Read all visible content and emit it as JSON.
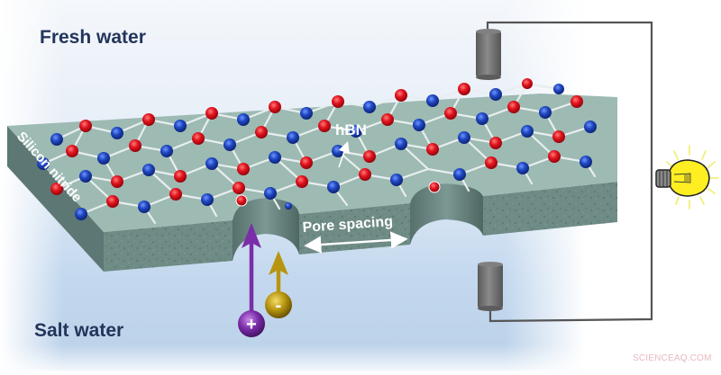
{
  "labels": {
    "fresh_water": "Fresh water",
    "salt_water": "Salt water",
    "hbn": "hBN",
    "silicon_nitride": "Silicon nitride",
    "pore_spacing": "Pore spacing",
    "positive_ion_symbol": "+",
    "negative_ion_symbol": "-"
  },
  "watermark": "SCIENCEAQ.COM",
  "colors": {
    "boron_atom": "#d3131f",
    "nitrogen_atom": "#1b3fb0",
    "slab_top": "#9dbab3",
    "slab_side": "#6e8a85",
    "positive_ion": "#7a2ea8",
    "negative_ion": "#b8950f",
    "label_text": "#23355a",
    "salt_water_bg": "#bcd3ea",
    "bulb": "#ffee22",
    "wire": "#555555",
    "electrode": "#6f6f6f"
  },
  "icons": {
    "light_bulb": "light-bulb-icon",
    "electrode_top": "electrode-icon",
    "electrode_bottom": "electrode-icon"
  }
}
